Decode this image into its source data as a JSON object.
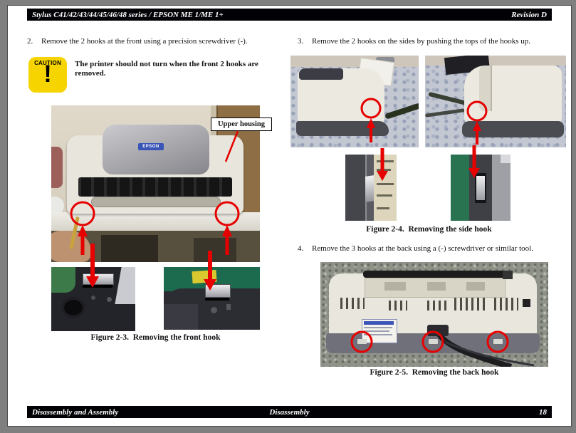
{
  "header": {
    "title": "Stylus C41/42/43/44/45/46/48 series / EPSON ME 1/ME 1+",
    "revision": "Revision D"
  },
  "footer": {
    "left": "Disassembly and Assembly",
    "center": "Disassembly",
    "page_number": "18"
  },
  "steps": [
    {
      "number": "2.",
      "text": "Remove the 2 hooks at the front using a precision screwdriver (-)."
    },
    {
      "number": "3.",
      "text": "Remove the 2 hooks on the sides by pushing the tops of the hooks up."
    },
    {
      "number": "4.",
      "text": "Remove the 3 hooks at the back using a (-) screwdriver or similar tool."
    }
  ],
  "caution": {
    "label": "CAUTION",
    "exclamation": "!",
    "text": "The printer should not turn when the front 2 hooks are removed."
  },
  "annotations": {
    "upper_housing_label": "Upper housing",
    "printer_badge": "EPSON"
  },
  "figures": [
    {
      "caption": "Figure 2-3.  Removing the front hook"
    },
    {
      "caption": "Figure 2-4.  Removing the side hook"
    },
    {
      "caption": "Figure 2-5.  Removing the back hook"
    }
  ],
  "colors": {
    "bar_black": "#020206",
    "annotation_red": "#e60000",
    "caution_yellow": "#f6d400",
    "badge_blue": "#3a55b8"
  }
}
